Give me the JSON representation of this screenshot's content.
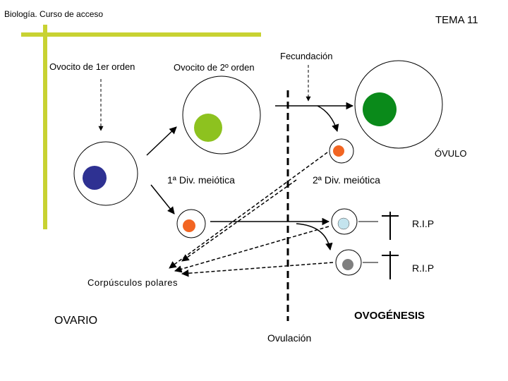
{
  "header": {
    "left": "Biología. Curso de acceso",
    "right": "TEMA 11"
  },
  "labels": {
    "ovocito1": "Ovocito de 1er orden",
    "ovocito2": "Ovocito de 2º orden",
    "fecundacion": "Fecundación",
    "ovulo": "ÓVULO",
    "div1": "1ª Div. meiótica",
    "div2": "2ª Div. meiótica",
    "rip1": "R.I.P",
    "rip2": "R.I.P",
    "corpusculos": "Corpúsculos polares",
    "ovario": "OVARIO",
    "ovogenesis": "OVOGÉNESIS",
    "ovulacion": "Ovulación"
  },
  "colors": {
    "accent_bar": "#c8d232",
    "nucleus_1": "#2e3192",
    "nucleus_2": "#8dc21f",
    "nucleus_3": "#0a8a1a",
    "polar_orange": "#f26522",
    "polar_lightblue": "#c4e4ee",
    "polar_gray": "#7f7f7f"
  },
  "icons": [
    "cross-icon",
    "cross-icon"
  ]
}
